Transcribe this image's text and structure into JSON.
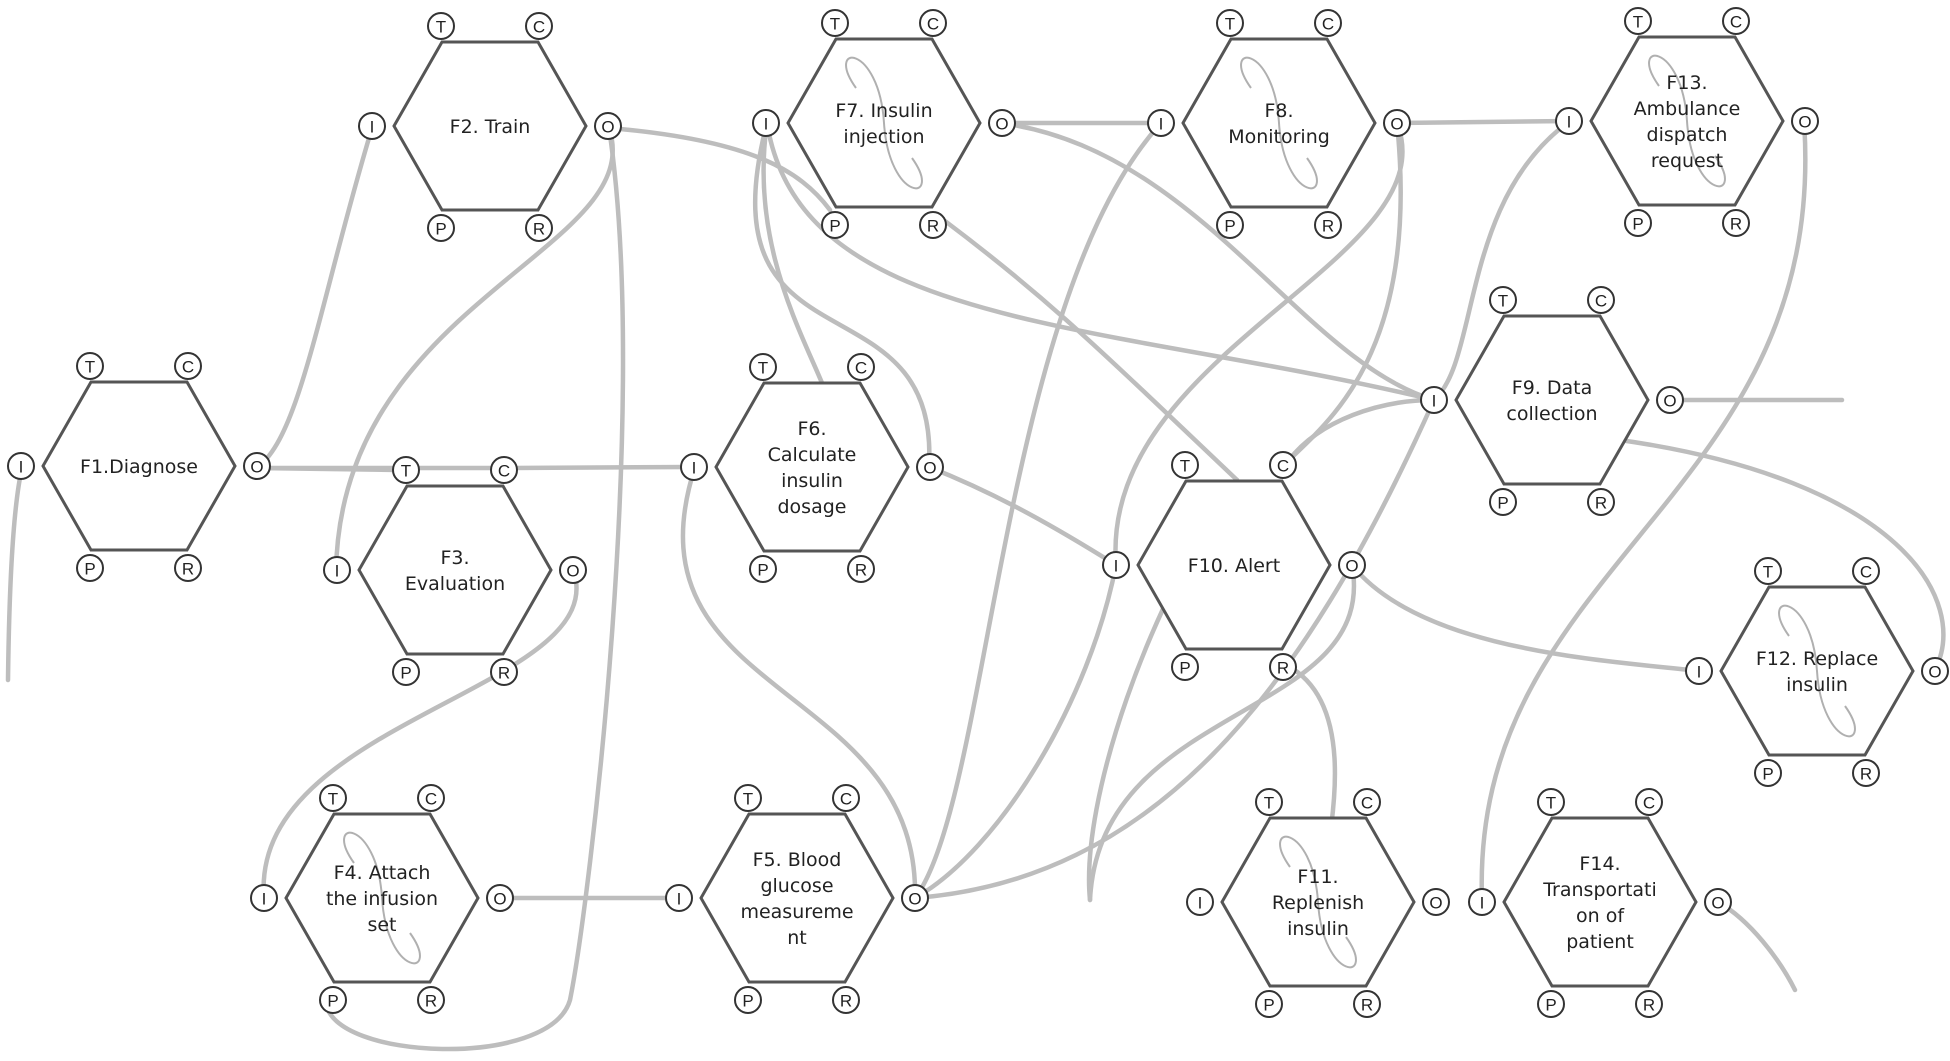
{
  "port_letters": {
    "top_left": "T",
    "top_right": "C",
    "left": "I",
    "right": "O",
    "bottom_left": "P",
    "bottom_right": "R"
  },
  "functions": [
    {
      "id": "F1",
      "lines": [
        "F1.Diagnose"
      ],
      "variable": false
    },
    {
      "id": "F2",
      "lines": [
        "F2. Train"
      ],
      "variable": false
    },
    {
      "id": "F3",
      "lines": [
        "F3.",
        "Evaluation"
      ],
      "variable": false
    },
    {
      "id": "F4",
      "lines": [
        "F4. Attach",
        "the infusion",
        "set"
      ],
      "variable": true
    },
    {
      "id": "F5",
      "lines": [
        "F5. Blood",
        "glucose",
        "measureme",
        "nt"
      ],
      "variable": false
    },
    {
      "id": "F6",
      "lines": [
        "F6.",
        "Calculate",
        "insulin",
        "dosage"
      ],
      "variable": false
    },
    {
      "id": "F7",
      "lines": [
        "F7. Insulin",
        "injection"
      ],
      "variable": true
    },
    {
      "id": "F8",
      "lines": [
        "F8.",
        "Monitoring"
      ],
      "variable": true
    },
    {
      "id": "F9",
      "lines": [
        "F9. Data",
        "collection"
      ],
      "variable": false
    },
    {
      "id": "F10",
      "lines": [
        "F10. Alert"
      ],
      "variable": false
    },
    {
      "id": "F11",
      "lines": [
        "F11.",
        "Replenish",
        "insulin"
      ],
      "variable": true
    },
    {
      "id": "F12",
      "lines": [
        "F12. Replace",
        "insulin"
      ],
      "variable": true
    },
    {
      "id": "F13",
      "lines": [
        "F13.",
        "Ambulance",
        "dispatch",
        "request"
      ],
      "variable": true
    },
    {
      "id": "F14",
      "lines": [
        "F14.",
        "Transportati",
        "on of",
        "patient"
      ],
      "variable": false
    }
  ]
}
